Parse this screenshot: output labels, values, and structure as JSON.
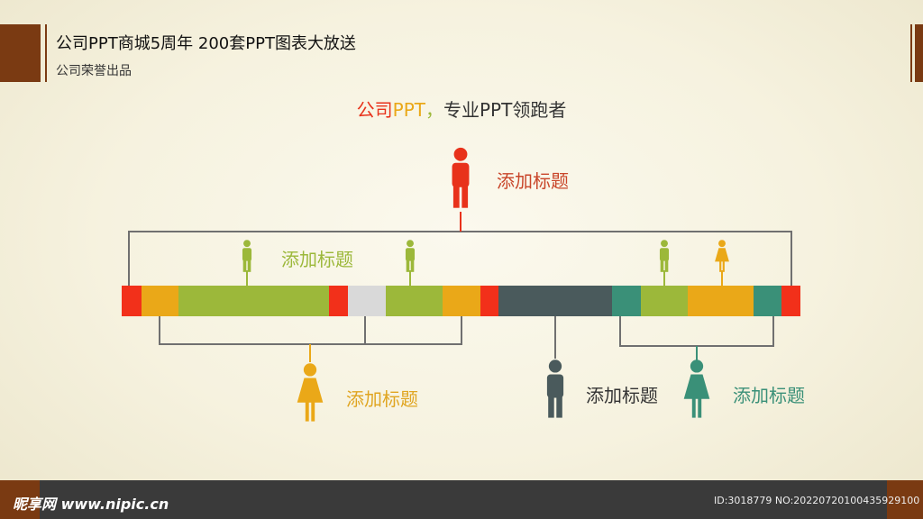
{
  "header": {
    "title": "公司PPT商城5周年  200套PPT图表大放送",
    "subtitle": "公司荣誉出品"
  },
  "slogan": {
    "part1": "公司",
    "part2": "PPT",
    "part3": "，",
    "part4": "专业PPT领跑者"
  },
  "labels": {
    "top": "添加标题",
    "upper_left": "添加标题",
    "lower_left": "添加标题",
    "lower_mid": "添加标题",
    "lower_right": "添加标题"
  },
  "colors": {
    "red": "#f2301a",
    "orange": "#eaa818",
    "green": "#9cb83a",
    "gray": "#d9d9d9",
    "dark": "#4a5a5c",
    "teal": "#3a9078",
    "line": "#707070",
    "brown": "#7a3a12"
  },
  "footer": {
    "watermark": "昵享网 www.nipic.cn",
    "id_text": "ID:3018779 NO:20220720100435929100"
  }
}
